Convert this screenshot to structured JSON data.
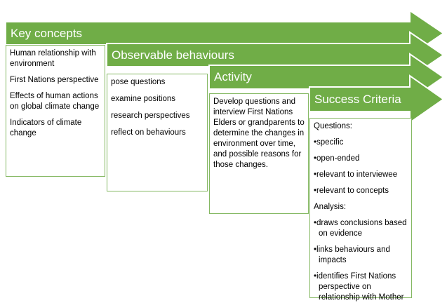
{
  "stages": [
    {
      "title": "Key concepts",
      "items": [
        "Human relationship with environment",
        "First Nations perspective",
        "Effects of human actions on global climate change",
        "Indicators of climate change"
      ]
    },
    {
      "title": "Observable behaviours",
      "items": [
        "pose questions",
        "examine positions",
        "research perspectives",
        "reflect on behaviours"
      ]
    },
    {
      "title": "Activity",
      "paragraph": "Develop questions and interview First Nations Elders or grandparents to determine the changes in environment over time, and possible reasons for those changes."
    },
    {
      "title": "Success Criteria",
      "sections": [
        {
          "heading": "Questions:",
          "bullets": [
            "specific",
            "open-ended",
            "relevant to interviewee",
            "relevant to concepts"
          ]
        },
        {
          "heading": "Analysis:",
          "bullets": [
            "draws conclusions based on evidence",
            "links behaviours and impacts",
            "identifies First Nations perspective on relationship with Mother Earth"
          ]
        }
      ]
    }
  ],
  "colors": {
    "arrow_green": "#70ad47",
    "box_border": "#84b862",
    "title_text": "#ffffff",
    "body_text": "#000000"
  }
}
